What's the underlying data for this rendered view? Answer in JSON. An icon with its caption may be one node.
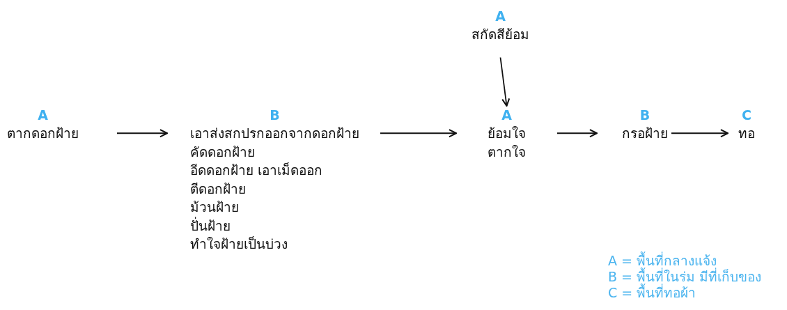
{
  "diagram": {
    "nodes": [
      {
        "text": [
          "A",
          "ตากดอกฝ้าย"
        ]
      },
      {
        "text": [
          "B",
          "เอาส่งสกปรกออกจากดอกฝ้าย",
          "คัดดอกฝ้าย",
          "อีดดอกฝ้าย เอาเม็ดออก",
          "ตีดอกฝ้าย",
          "ม้วนฝ้าย",
          "ปั่นฝ้าย",
          "ทำใจฝ้ายเป็นบ่วง"
        ]
      },
      {
        "text": [
          "A",
          "สกัดสีย้อม"
        ]
      },
      {
        "text": [
          "A",
          "ย้อมใจ",
          "ตากใจ"
        ]
      },
      {
        "text": [
          "B",
          "กรอฝ้าย"
        ]
      },
      {
        "text": [
          "C",
          "ทอ"
        ]
      }
    ],
    "edges": [
      {
        "from": 0,
        "to": 1,
        "arrow": "to"
      },
      {
        "from": 1,
        "to": 3,
        "arrow": "to"
      },
      {
        "from": 2,
        "to": 3,
        "arrow": "to"
      },
      {
        "from": 3,
        "to": 4,
        "arrow": "to"
      },
      {
        "from": 4,
        "to": 5,
        "arrow": "to"
      }
    ],
    "labels": [
      "A = พื้นที่กลางแจ้ง",
      "B = พื้นที่ในร่ม มีที่เก็บของ",
      "C = พื้นที่ทอผ้า"
    ]
  }
}
